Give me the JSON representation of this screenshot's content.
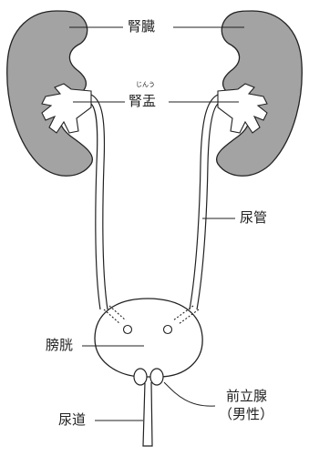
{
  "labels": {
    "kidney": "腎臓",
    "renal_pelvis": "腎盂",
    "renal_pelvis_ruby": "じんう",
    "ureter": "尿管",
    "bladder": "膀胱",
    "prostate_line1": "前立腺",
    "prostate_line2": "（男性）",
    "urethra": "尿道"
  },
  "colors": {
    "organ_fill": "#a3a3a3",
    "outline": "#222222",
    "background": "#ffffff"
  }
}
